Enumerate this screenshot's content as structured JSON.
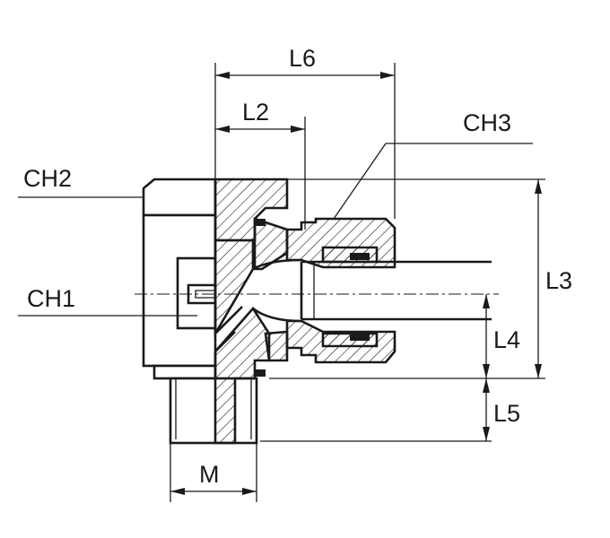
{
  "labels": {
    "L6": "L6",
    "L2": "L2",
    "CH3": "CH3",
    "CH2": "CH2",
    "CH1": "CH1",
    "L3": "L3",
    "L4": "L4",
    "L5": "L5",
    "M": "M"
  },
  "colors": {
    "line": "#1a1a1a",
    "background": "#ffffff"
  }
}
